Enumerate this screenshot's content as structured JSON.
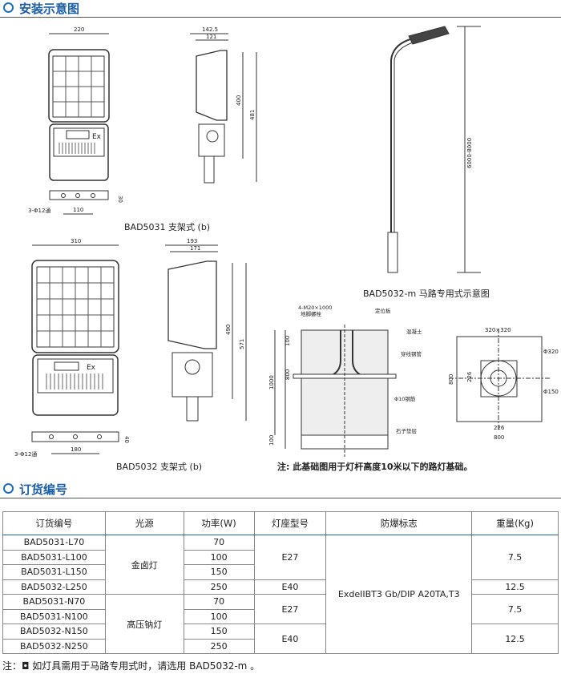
{
  "sections": {
    "install": "安装示意图",
    "order": "订货编号"
  },
  "drawings": {
    "bad5031": {
      "caption": "BAD5031 支架式 (b)",
      "dims": [
        "220",
        "142.5",
        "121",
        "400",
        "481",
        "30",
        "110",
        "3-Φ12通"
      ],
      "mark": "Ex"
    },
    "bad5032": {
      "caption": "BAD5032 支架式 (b)",
      "dims": [
        "310",
        "193",
        "171",
        "490",
        "571",
        "40",
        "180",
        "3-Φ12通"
      ],
      "mark": "Ex"
    },
    "pole": {
      "caption": "BAD5032-m 马路专用式示意图",
      "height": "6000-8000"
    },
    "foundation": {
      "labels": [
        "4-M20×1000",
        "地脚螺栓",
        "定位板",
        "混凝土",
        "穿线钢管",
        "Φ10钢筋",
        "石子垫层"
      ],
      "dims": [
        "100",
        "800",
        "1000",
        "100"
      ],
      "plan_dims": [
        "320×320",
        "Φ320",
        "Φ150",
        "800",
        "226",
        "226",
        "800"
      ],
      "note": "注: 此基础图用于灯杆高度10米以下的路灯基础。"
    }
  },
  "table": {
    "headers": [
      "订货编号",
      "光源",
      "功率(W)",
      "灯座型号",
      "防爆标志",
      "重量(Kg)"
    ],
    "models": [
      "BAD5031-L70",
      "BAD5031-L100",
      "BAD5031-L150",
      "BAD5032-L250",
      "BAD5031-N70",
      "BAD5031-N100",
      "BAD5032-N150",
      "BAD5032-N250"
    ],
    "light_sources": [
      "金卤灯",
      "高压钠灯"
    ],
    "power": [
      "70",
      "100",
      "150",
      "250",
      "70",
      "100",
      "150",
      "250"
    ],
    "sockets": [
      "E27",
      "E40",
      "E27",
      "E40"
    ],
    "ex_mark": "ExdeIIBT3  Gb/DIP A20TA,T3",
    "weights": [
      "7.5",
      "12.5",
      "7.5",
      "12.5"
    ]
  },
  "note": "注：◘ 如灯具需用于马路专用式时，请选用 BAD5032-m 。"
}
